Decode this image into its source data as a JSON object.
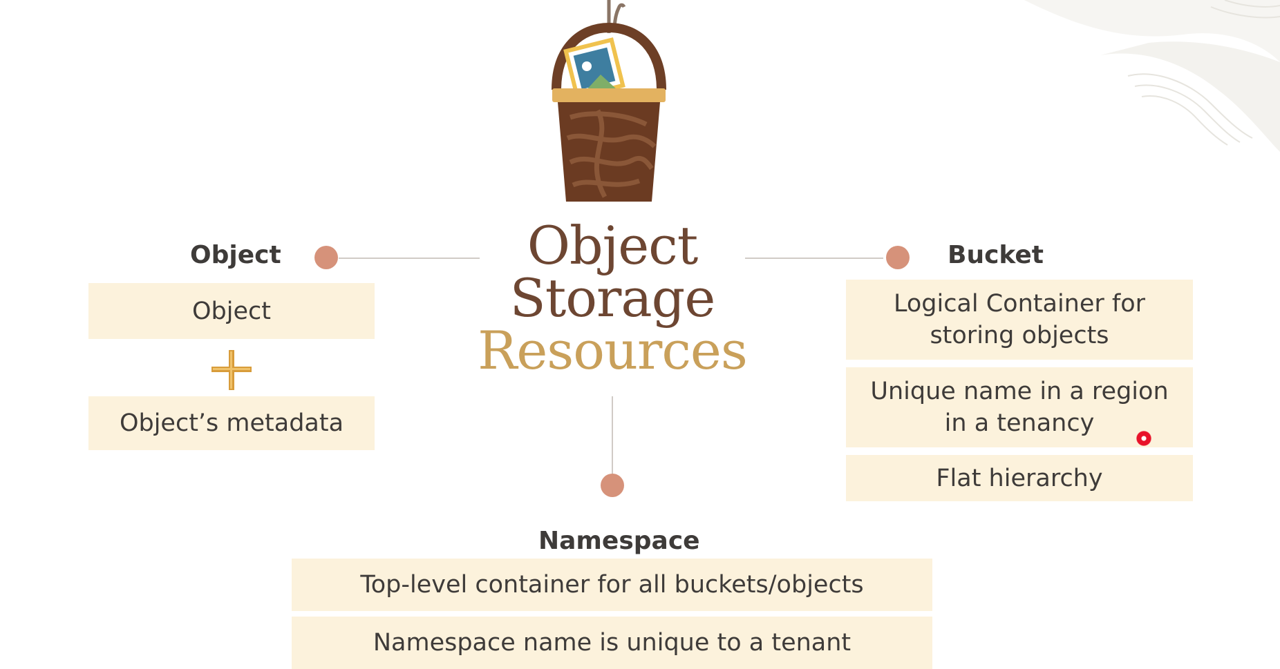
{
  "title": {
    "line1": "Object",
    "line2": "Storage",
    "line3": "Resources"
  },
  "object_section": {
    "heading": "Object",
    "items": [
      "Object",
      "Object’s metadata"
    ],
    "joiner_icon": "plus-icon"
  },
  "bucket_section": {
    "heading": "Bucket",
    "items": [
      "Logical Container for storing objects",
      "Unique name in a region in a tenancy",
      "Flat hierarchy"
    ]
  },
  "namespace_section": {
    "heading": "Namespace",
    "items": [
      "Top-level container for all buckets/objects",
      "Namespace name is unique to a tenant"
    ]
  },
  "illustration": {
    "icon": "basket-icon",
    "contains": "image-icon"
  },
  "colors": {
    "title_dark": "#6d4632",
    "title_gold": "#c9a05a",
    "dot": "#d6927a",
    "box_fill": "#fcf2dc",
    "heading_text": "#3e3b39",
    "connector": "#d0cbc6"
  }
}
